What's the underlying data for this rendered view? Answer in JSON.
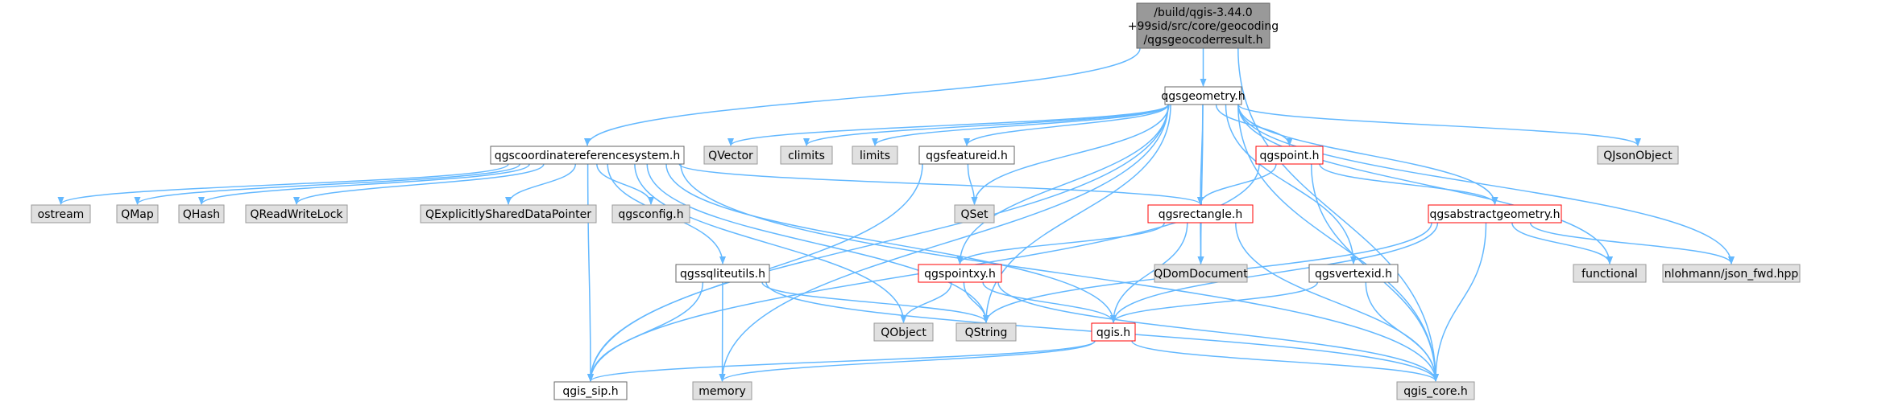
{
  "colors": {
    "edge": "#63b8ff",
    "root_fill": "#999999",
    "root_stroke": "#666666",
    "normal_fill": "#ffffff",
    "normal_stroke": "#666666",
    "red_stroke": "#ff0000",
    "ext_fill": "#e0e0e0",
    "ext_stroke": "#999999",
    "text": "#000000"
  },
  "nodes": [
    {
      "id": "root",
      "lines": [
        "/build/qgis-3.44.0",
        "+99sid/src/core/geocoding",
        "/qgsgeocoderresult.h"
      ],
      "kind": "root"
    },
    {
      "id": "geometry",
      "lines": [
        "qgsgeometry.h"
      ],
      "kind": "normal"
    },
    {
      "id": "crs",
      "lines": [
        "qgscoordinatereferencesystem.h"
      ],
      "kind": "normal"
    },
    {
      "id": "qvector",
      "lines": [
        "QVector"
      ],
      "kind": "external"
    },
    {
      "id": "climits",
      "lines": [
        "climits"
      ],
      "kind": "external"
    },
    {
      "id": "limits",
      "lines": [
        "limits"
      ],
      "kind": "external"
    },
    {
      "id": "featureid",
      "lines": [
        "qgsfeatureid.h"
      ],
      "kind": "normal"
    },
    {
      "id": "point",
      "lines": [
        "qgspoint.h"
      ],
      "kind": "red"
    },
    {
      "id": "qjsonobject",
      "lines": [
        "QJsonObject"
      ],
      "kind": "external"
    },
    {
      "id": "ostream",
      "lines": [
        "ostream"
      ],
      "kind": "external"
    },
    {
      "id": "qmap",
      "lines": [
        "QMap"
      ],
      "kind": "external"
    },
    {
      "id": "qhash",
      "lines": [
        "QHash"
      ],
      "kind": "external"
    },
    {
      "id": "qreadwritelock",
      "lines": [
        "QReadWriteLock"
      ],
      "kind": "external"
    },
    {
      "id": "qexplicit",
      "lines": [
        "QExplicitlySharedDataPointer"
      ],
      "kind": "external"
    },
    {
      "id": "qgsconfig",
      "lines": [
        "qgsconfig.h"
      ],
      "kind": "external"
    },
    {
      "id": "qset",
      "lines": [
        "QSet"
      ],
      "kind": "external"
    },
    {
      "id": "rectangle",
      "lines": [
        "qgsrectangle.h"
      ],
      "kind": "red"
    },
    {
      "id": "abstractgeom",
      "lines": [
        "qgsabstractgeometry.h"
      ],
      "kind": "red"
    },
    {
      "id": "sqliteutils",
      "lines": [
        "qgssqliteutils.h"
      ],
      "kind": "normal"
    },
    {
      "id": "pointxy",
      "lines": [
        "qgspointxy.h"
      ],
      "kind": "red"
    },
    {
      "id": "qdomdocument",
      "lines": [
        "QDomDocument"
      ],
      "kind": "external"
    },
    {
      "id": "vertexid",
      "lines": [
        "qgsvertexid.h"
      ],
      "kind": "normal"
    },
    {
      "id": "functional",
      "lines": [
        "functional"
      ],
      "kind": "external"
    },
    {
      "id": "json_fwd",
      "lines": [
        "nlohmann/json_fwd.hpp"
      ],
      "kind": "external"
    },
    {
      "id": "qobject",
      "lines": [
        "QObject"
      ],
      "kind": "external"
    },
    {
      "id": "qstring",
      "lines": [
        "QString"
      ],
      "kind": "external"
    },
    {
      "id": "qgis",
      "lines": [
        "qgis.h"
      ],
      "kind": "red"
    },
    {
      "id": "qgis_sip",
      "lines": [
        "qgis_sip.h"
      ],
      "kind": "normal"
    },
    {
      "id": "memory",
      "lines": [
        "memory"
      ],
      "kind": "external"
    },
    {
      "id": "qgis_core",
      "lines": [
        "qgis_core.h"
      ],
      "kind": "external"
    }
  ]
}
